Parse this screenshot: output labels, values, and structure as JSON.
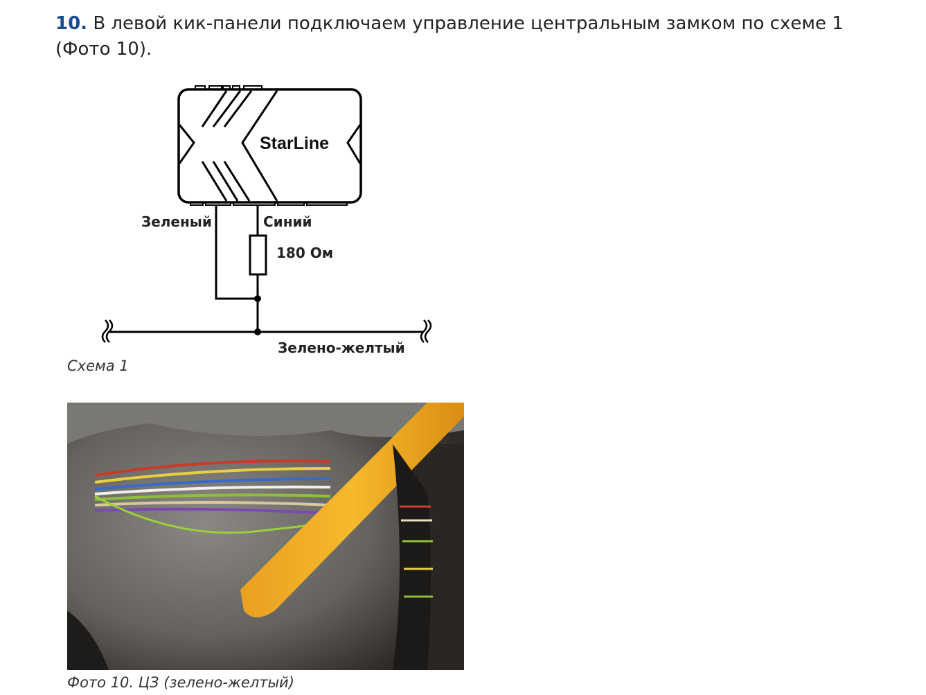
{
  "heading": {
    "number": "10.",
    "text": " В левой кик-панели подключаем управление центральным замком по схеме 1 (Фото 10)."
  },
  "diagram": {
    "logo": "StarLine",
    "label_green": "Зеленый",
    "label_blue": "Синий",
    "resistor": "180 Ом",
    "label_bus": "Зелено-желтый"
  },
  "captions": {
    "scheme": "Схема 1",
    "photo": "Фото 10. ЦЗ (зелено-желтый)"
  }
}
